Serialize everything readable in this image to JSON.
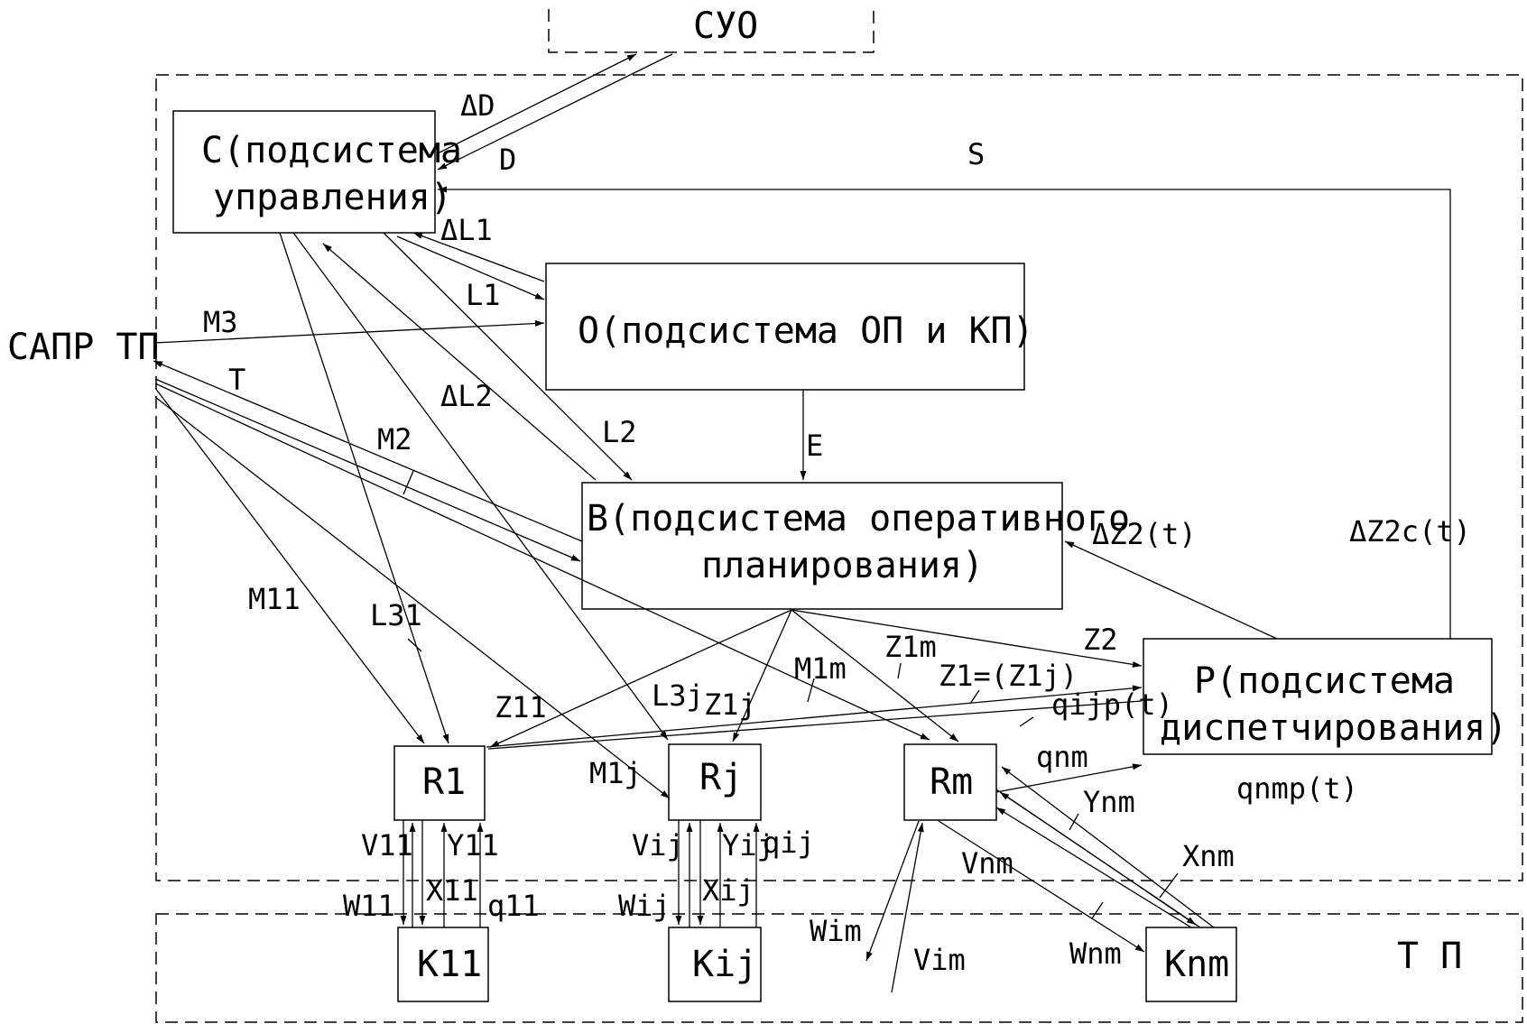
{
  "regions": {
    "suo": "СУО",
    "tp": "Т П"
  },
  "external": {
    "sapr": "САПР ТП"
  },
  "boxes": {
    "c": [
      "С(подсистема",
      "управления)"
    ],
    "o": "О(подсистема ОП и КП)",
    "b": [
      "В(подсистема оперативного",
      "планирования)"
    ],
    "p": [
      "Р(подсистема",
      "диспетчирования)"
    ],
    "r1": "R1",
    "rj": "Rj",
    "rm": "Rm",
    "k11": "K11",
    "kij": "Kij",
    "knm": "Knm"
  },
  "signals": {
    "dD": "ΔD",
    "D": "D",
    "S": "S",
    "dL1": "ΔL1",
    "L1": "L1",
    "M3": "M3",
    "T": "T",
    "dL2": "ΔL2",
    "L2": "L2",
    "E": "E",
    "M2": "M2",
    "dZ2t": "ΔZ2(t)",
    "dZ2ct": "ΔZ2c(t)",
    "M11": "M11",
    "L31": "L31",
    "Z2": "Z2",
    "Z1m": "Z1m",
    "M1m": "M1m",
    "Z1": "Z1=(Z1j)",
    "Z11": "Z11",
    "L3j": "L3j",
    "Z1j": "Z1j",
    "qijp": "qijp(t)",
    "M1j": "M1j",
    "qnm": "qnm",
    "qnmp": "qnmp(t)",
    "Ynm": "Ynm",
    "Xnm": "Xnm",
    "Vnm": "Vnm",
    "V11": "V11",
    "Y11": "Y11",
    "X11": "X11",
    "W11": "W11",
    "q11": "q11",
    "Vij": "Vij",
    "Yij": "Yij",
    "qij": "qij",
    "Xij": "Xij",
    "Wij": "Wij",
    "Wim": "Wim",
    "Vim": "Vim",
    "Wnm": "Wnm"
  }
}
